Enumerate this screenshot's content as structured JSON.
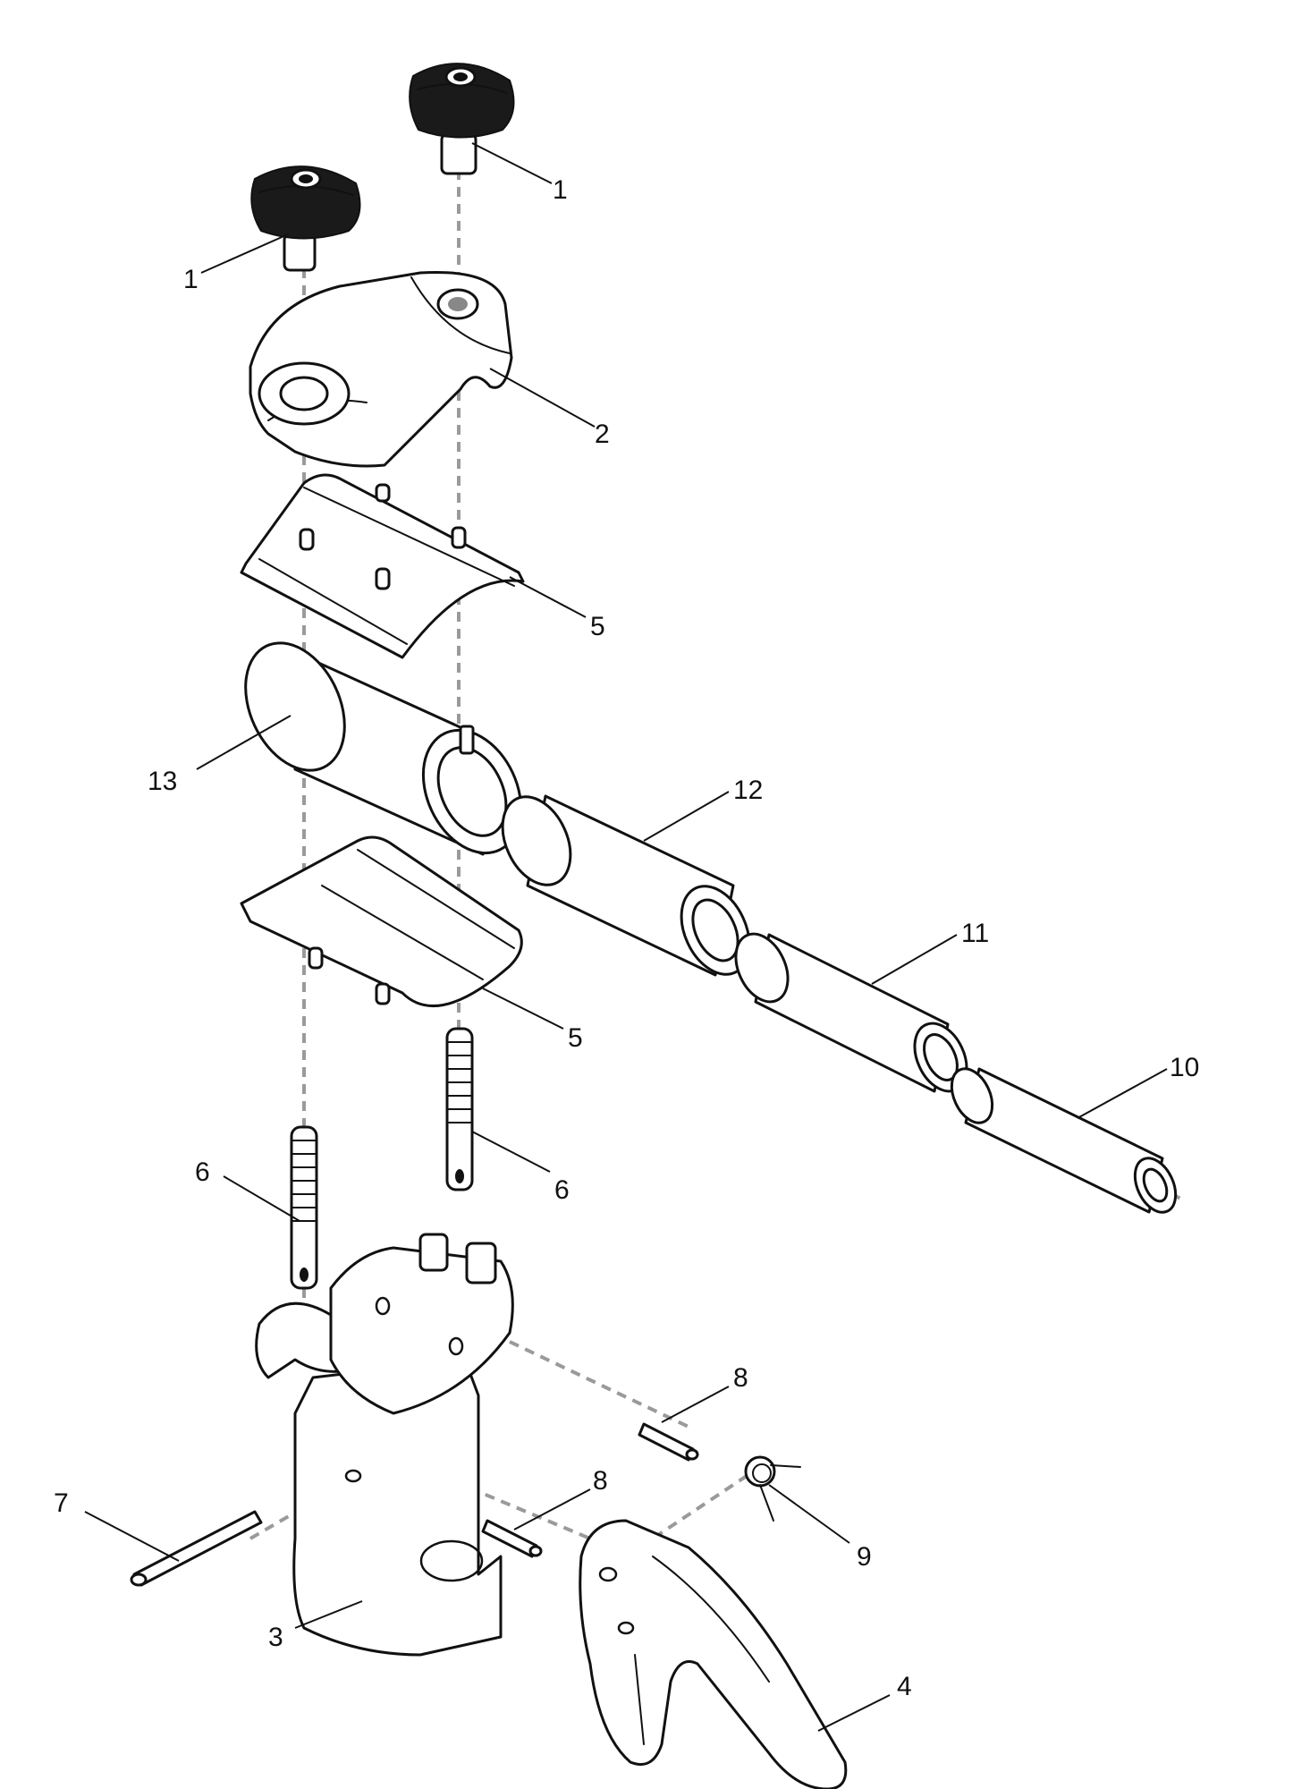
{
  "diagram": {
    "callouts": [
      {
        "id": "c1a",
        "label": "1"
      },
      {
        "id": "c1b",
        "label": "1"
      },
      {
        "id": "c2",
        "label": "2"
      },
      {
        "id": "c5a",
        "label": "5"
      },
      {
        "id": "c13",
        "label": "13"
      },
      {
        "id": "c12",
        "label": "12"
      },
      {
        "id": "c11",
        "label": "11"
      },
      {
        "id": "c5b",
        "label": "5"
      },
      {
        "id": "c10",
        "label": "10"
      },
      {
        "id": "c6a",
        "label": "6"
      },
      {
        "id": "c6b",
        "label": "6"
      },
      {
        "id": "c8a",
        "label": "8"
      },
      {
        "id": "c8b",
        "label": "8"
      },
      {
        "id": "c7",
        "label": "7"
      },
      {
        "id": "c9",
        "label": "9"
      },
      {
        "id": "c3",
        "label": "3"
      },
      {
        "id": "c4",
        "label": "4"
      }
    ]
  }
}
